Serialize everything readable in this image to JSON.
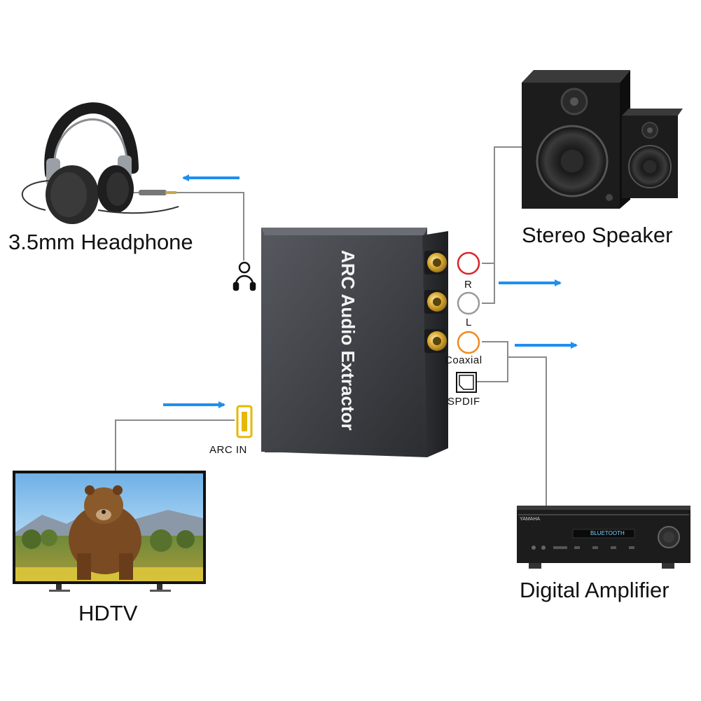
{
  "devices": {
    "headphone": "3.5mm Headphone",
    "speaker": "Stereo Speaker",
    "hdtv": "HDTV",
    "amplifier": "Digital Amplifier"
  },
  "extractor": {
    "title": "ARC Audio Extractor"
  },
  "ports": {
    "right": "R",
    "left": "L",
    "coaxial": "Coaxial",
    "spdif": "SPDIF",
    "arc_in": "ARC IN"
  },
  "amp_display": {
    "brand": "YAMAHA",
    "screen": "BLUETOOTH"
  },
  "colors": {
    "arrow": "#1e8ff0",
    "box": "#3a3c41",
    "gold": "#d4a32a",
    "red_ring": "#d8262a",
    "white_ring": "#9a9a9a",
    "orange_ring": "#f08a1e",
    "wire": "#8a8a8a"
  },
  "icons": [
    "headphone-icon",
    "hdmi-port-icon",
    "optical-port-icon",
    "arrow-icon"
  ]
}
